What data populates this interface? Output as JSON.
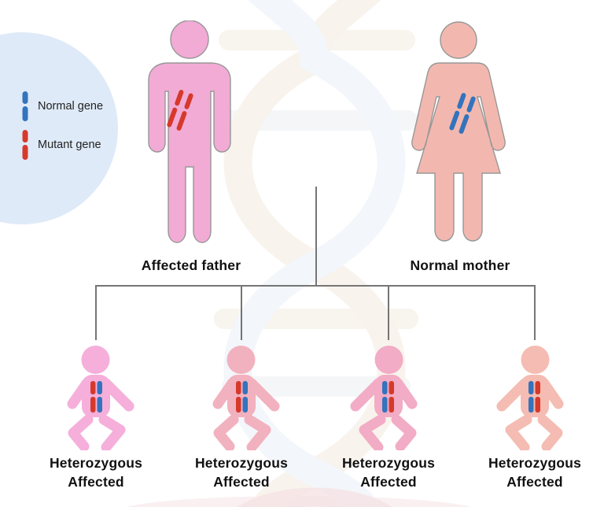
{
  "diagram_type": "autosomal inheritance pedigree",
  "legend": {
    "items": [
      {
        "label": "Normal gene",
        "gene": "normal",
        "color": "#3473BD"
      },
      {
        "label": "Mutant gene",
        "gene": "mutant",
        "color": "#D6392B"
      }
    ]
  },
  "parents": {
    "father": {
      "label": "Affected father",
      "body_color": "#F2ABD5",
      "chromosomes": [
        "mutant",
        "mutant"
      ]
    },
    "mother": {
      "label": "Normal mother",
      "body_color": "#F2B8AF",
      "chromosomes": [
        "normal",
        "normal"
      ]
    }
  },
  "children": [
    {
      "line1": "Heterozygous",
      "line2": "Affected",
      "body_color": "#F5AFDA",
      "chromosomes": [
        "mutant",
        "normal"
      ]
    },
    {
      "line1": "Heterozygous",
      "line2": "Affected",
      "body_color": "#F2B1BE",
      "chromosomes": [
        "mutant",
        "normal"
      ]
    },
    {
      "line1": "Heterozygous",
      "line2": "Affected",
      "body_color": "#F2ACC5",
      "chromosomes": [
        "normal",
        "mutant"
      ]
    },
    {
      "line1": "Heterozygous",
      "line2": "Affected",
      "body_color": "#F4BCB2",
      "chromosomes": [
        "normal",
        "mutant"
      ]
    }
  ],
  "colors": {
    "normal_gene": "#3473BD",
    "mutant_gene": "#D6392B",
    "line": "#757575",
    "legend_circle": "#DFEAF8",
    "figure_outline": "#979797"
  }
}
